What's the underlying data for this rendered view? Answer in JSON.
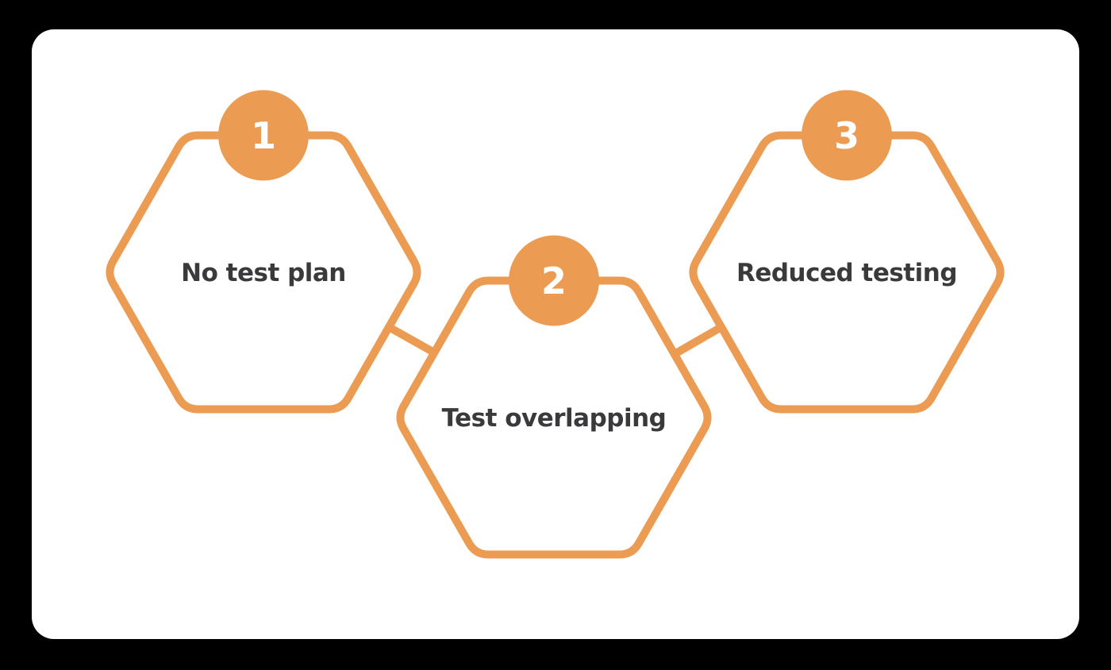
{
  "diagram": {
    "type": "process-hexagon-infographic",
    "steps": [
      {
        "number": "1",
        "label": "No test plan"
      },
      {
        "number": "2",
        "label": "Test overlapping"
      },
      {
        "number": "3",
        "label": "Reduced testing"
      }
    ],
    "colors": {
      "accent": "#EC9B52",
      "text": "#3A3A3C",
      "card_background": "#FFFFFF",
      "page_background": "#000000"
    }
  }
}
